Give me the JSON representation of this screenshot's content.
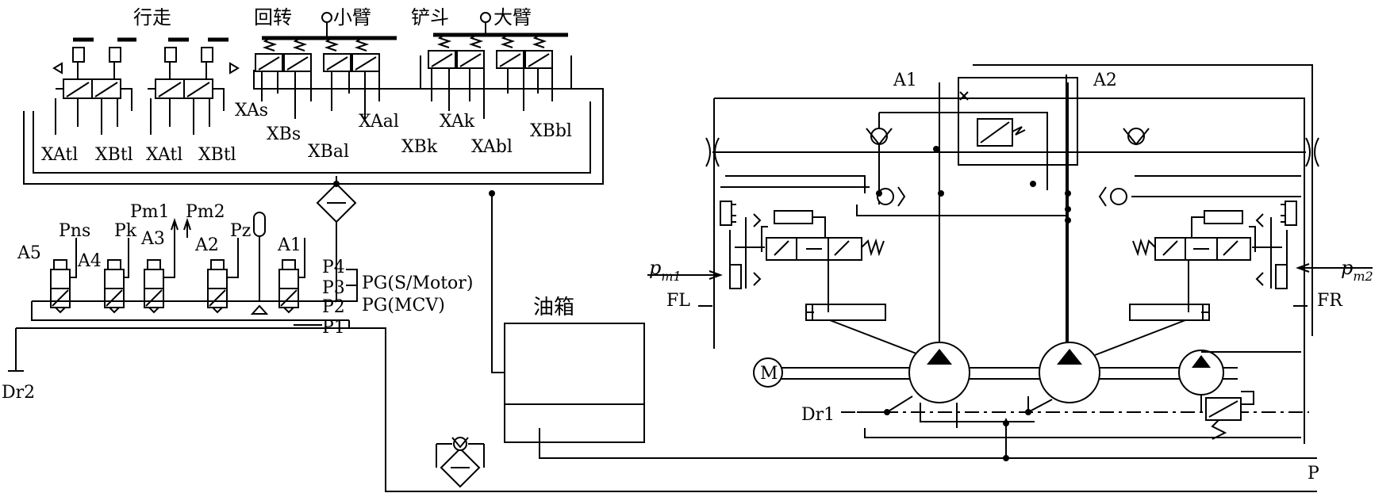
{
  "labels": {
    "travel": "行走",
    "swing": "回转",
    "arm": "小臂",
    "bucket": "铲斗",
    "boom": "大臂",
    "xas": "XAs",
    "xbs": "XBs",
    "xbal": "XBal",
    "xaal": "XAal",
    "xbk": "XBk",
    "xak": "XAk",
    "xabl": "XAbl",
    "xbbl": "XBbl",
    "xatl1": "XAtl",
    "xbtl1": "XBtl",
    "xatl2": "XAtl",
    "xbtl2": "XBtl",
    "pm1": "Pm1",
    "pm2": "Pm2",
    "pns": "Pns",
    "pk": "Pk",
    "a3": "A3",
    "a2_left": "A2",
    "pz": "Pz",
    "a1_left": "A1",
    "a5": "A5",
    "a4": "A4",
    "p4": "P4",
    "p3": "P3",
    "p2": "P2",
    "p1": "P1",
    "pg_smotor": "PG(S/Motor)",
    "pg_mcv": "PG(MCV)",
    "dr2": "Dr2",
    "tank": "油箱",
    "a1_right": "A1",
    "a2_right": "A2",
    "pm1_sym": "p",
    "pm1_sub": "m1",
    "pm2_sym": "p",
    "pm2_sub": "m2",
    "fl": "FL",
    "fr": "FR",
    "motor": "M",
    "dr1": "Dr1",
    "p_port": "P"
  }
}
